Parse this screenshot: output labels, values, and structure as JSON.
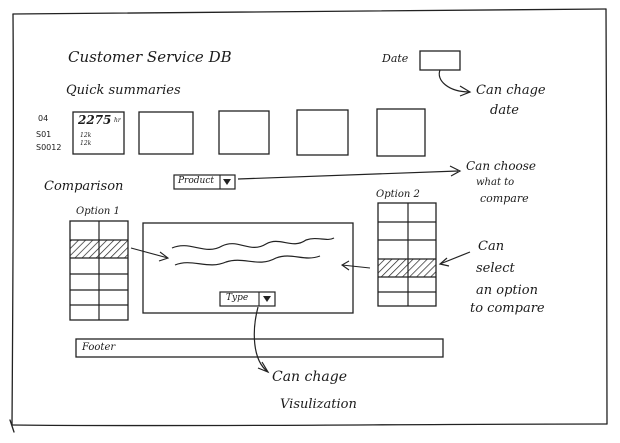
{
  "header": {
    "title": "Customer Service DB",
    "date_label": "Date"
  },
  "quick_summaries": {
    "heading": "Quick summaries",
    "row_labels": [
      "04",
      "S01",
      "S0012"
    ],
    "first_card": {
      "value": "2275",
      "unit": "hr",
      "line1": "12k",
      "line2": "12k"
    }
  },
  "comparison": {
    "label": "Comparison",
    "selector_value": "Product"
  },
  "option1": {
    "label": "Option 1"
  },
  "option2": {
    "label": "Option 2"
  },
  "chart": {
    "type_selector": "Type"
  },
  "footer": {
    "label": "Footer"
  },
  "notes": {
    "date": [
      "Can chage",
      "date"
    ],
    "compare": [
      "Can choose",
      "what to",
      "compare"
    ],
    "select": [
      "Can",
      "select",
      "an option",
      "to compare"
    ],
    "visualization": [
      "Can chage",
      "Visulization"
    ]
  }
}
